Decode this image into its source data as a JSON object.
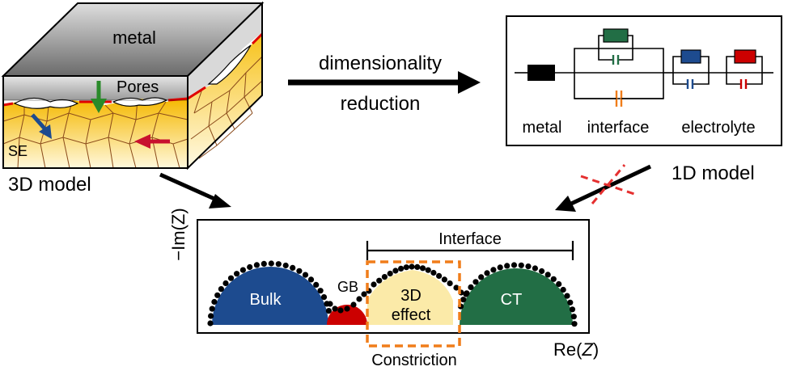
{
  "block": {
    "top_label": "metal",
    "pores_label": "Pores",
    "se_label": "SE",
    "caption": "3D model"
  },
  "arrow_label": {
    "line1": "dimensionality",
    "line2": "reduction"
  },
  "circuit": {
    "metal_label": "metal",
    "interface_label": "interface",
    "electrolyte_label": "electrolyte",
    "caption": "1D model"
  },
  "spectrum": {
    "ylabel": "−Im(Z)",
    "xlabel_prefix": "Re(",
    "xlabel_var": "Z",
    "xlabel_suffix": ")",
    "interface_label": "Interface",
    "constriction_label": "Constriction",
    "arcs": {
      "bulk": "Bulk",
      "gb": "GB",
      "effect_line1": "3D",
      "effect_line2": "effect",
      "ct": "CT"
    }
  },
  "colors": {
    "bulk": "#1d4b8f",
    "gb": "#cc0000",
    "effect": "#fbeaa8",
    "ct": "#226e45",
    "orange": "#f07d1a",
    "green_arrow": "#2a8a2a",
    "blue_arrow": "#1d4b8f",
    "red_arrow": "#c8102e"
  }
}
